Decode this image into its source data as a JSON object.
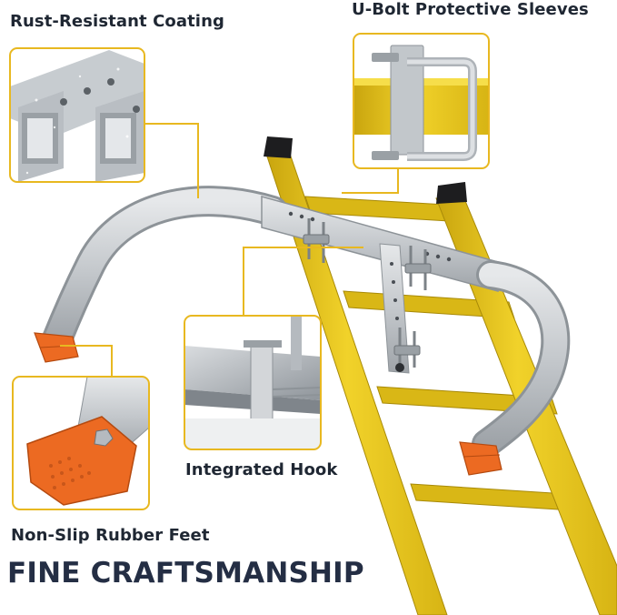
{
  "labels": {
    "rust_resistant_coating": "Rust-Resistant Coating",
    "u_bolt_protective_sleeves": "U-Bolt Protective Sleeves",
    "integrated_hook": "Integrated Hook",
    "non_slip_rubber_feet": "Non-Slip Rubber Feet"
  },
  "headline": "FINE CRAFTSMANSHIP",
  "colors": {
    "callout_frame": "#e8b820",
    "ladder_yellow": "#e6c41c",
    "stabilizer_silver": "#c9cdd0",
    "rubber_orange": "#ec6a22",
    "headline_navy": "#242e44"
  }
}
